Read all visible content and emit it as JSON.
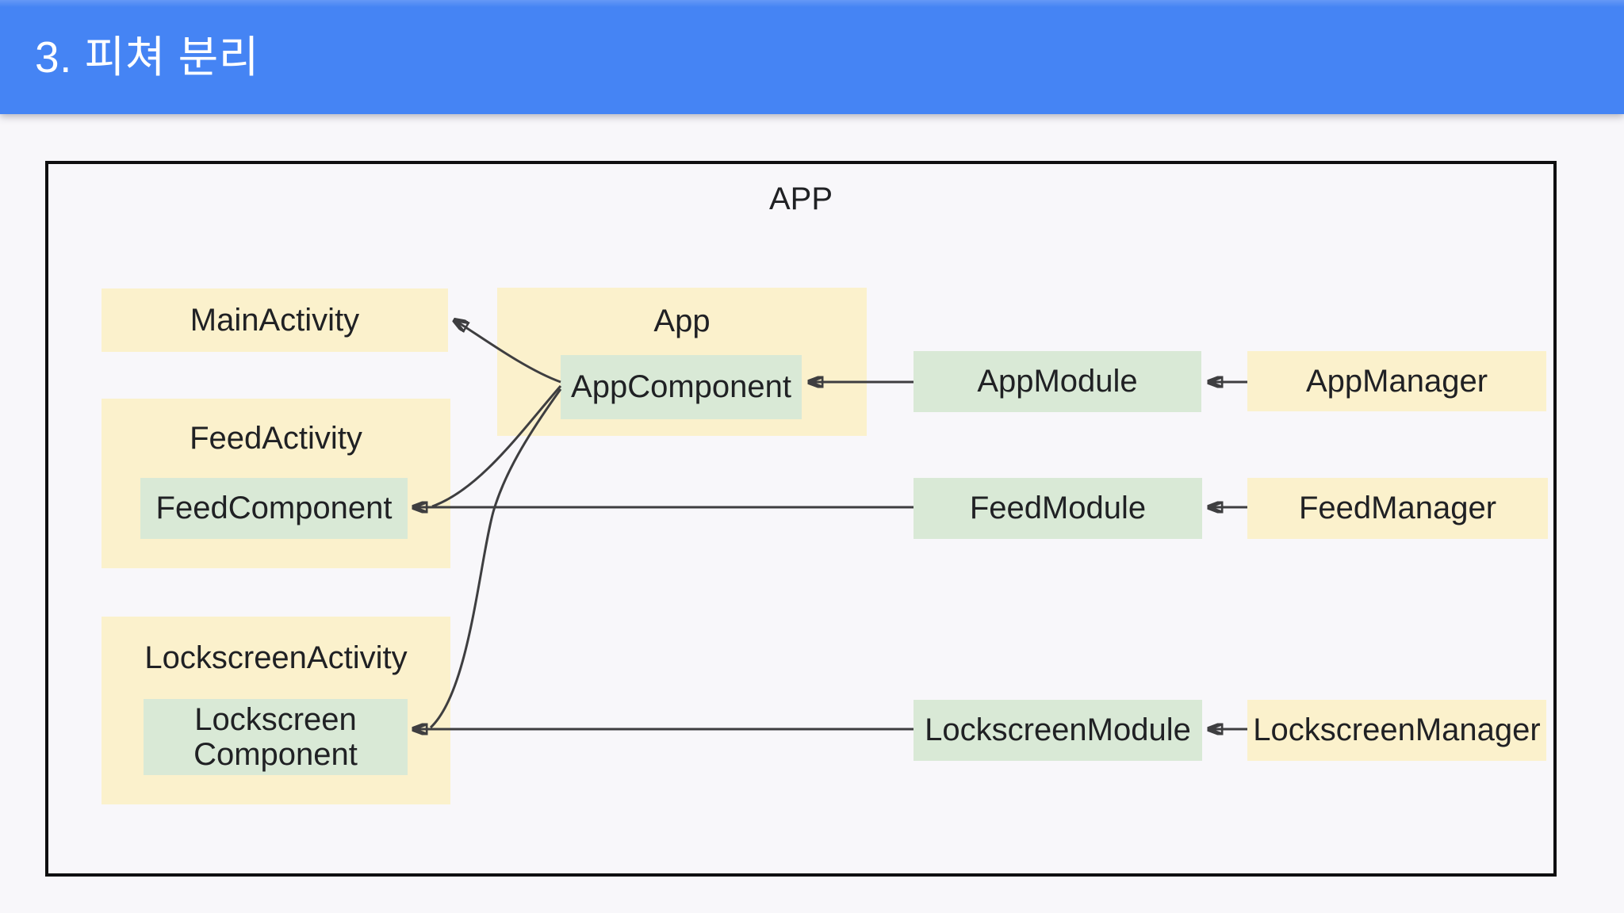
{
  "header": {
    "title": "3. 피쳐 분리"
  },
  "container": {
    "label": "APP"
  },
  "nodes": {
    "main_activity": {
      "label": "MainActivity"
    },
    "app": {
      "label": "App"
    },
    "app_component": {
      "label": "AppComponent"
    },
    "app_module": {
      "label": "AppModule"
    },
    "app_manager": {
      "label": "AppManager"
    },
    "feed_activity": {
      "label": "FeedActivity"
    },
    "feed_component": {
      "label": "FeedComponent"
    },
    "feed_module": {
      "label": "FeedModule"
    },
    "feed_manager": {
      "label": "FeedManager"
    },
    "lockscreen_activity": {
      "label": "LockscreenActivity"
    },
    "lockscreen_component": {
      "line1": "Lockscreen",
      "line2": "Component"
    },
    "lockscreen_module": {
      "label": "LockscreenModule"
    },
    "lockscreen_manager": {
      "label": "LockscreenManager"
    }
  },
  "edges": [
    {
      "from": "AppComponent",
      "to": "MainActivity"
    },
    {
      "from": "AppComponent",
      "to": "FeedComponent"
    },
    {
      "from": "AppComponent",
      "to": "LockscreenComponent"
    },
    {
      "from": "AppModule",
      "to": "AppComponent"
    },
    {
      "from": "AppManager",
      "to": "AppModule"
    },
    {
      "from": "FeedModule",
      "to": "FeedComponent"
    },
    {
      "from": "FeedManager",
      "to": "FeedModule"
    },
    {
      "from": "LockscreenModule",
      "to": "LockscreenComponent"
    },
    {
      "from": "LockscreenManager",
      "to": "LockscreenModule"
    }
  ],
  "colors": {
    "header_bg": "#4584F4",
    "header_text": "#FFFFFF",
    "canvas_bg": "#F8F7FA",
    "activity_fill": "#FBF1CC",
    "component_fill": "#D9E9D6",
    "frame_border": "#0F0F10",
    "edge_stroke": "#3E3E40",
    "text": "#202124"
  }
}
